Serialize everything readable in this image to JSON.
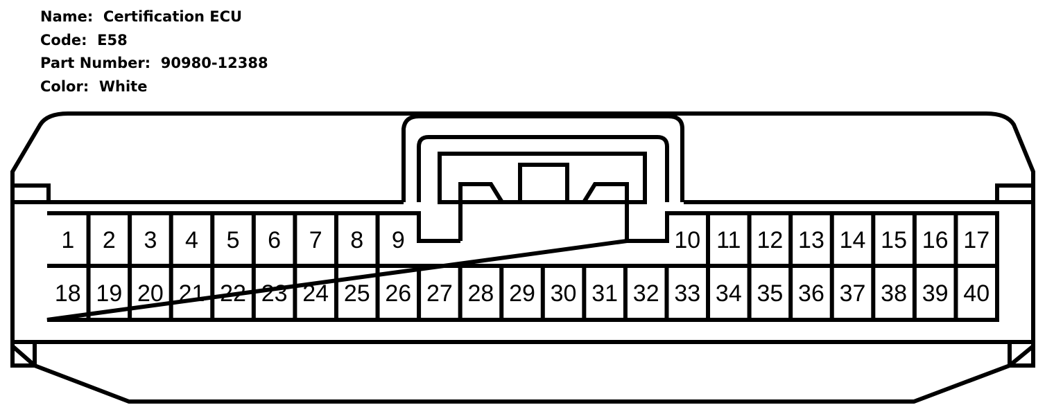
{
  "info": {
    "name_label": "Name:",
    "name_value": "Certification ECU",
    "code_label": "Code:",
    "code_value": "E58",
    "part_label": "Part Number:",
    "part_value": "90980-12388",
    "color_label": "Color:",
    "color_value": "White"
  },
  "connector": {
    "top_row_left": [
      "1",
      "2",
      "3",
      "4",
      "5",
      "6",
      "7",
      "8",
      "9"
    ],
    "top_row_right": [
      "10",
      "11",
      "12",
      "13",
      "14",
      "15",
      "16",
      "17"
    ],
    "bottom_row": [
      "18",
      "19",
      "20",
      "21",
      "22",
      "23",
      "24",
      "25",
      "26",
      "27",
      "28",
      "29",
      "30",
      "31",
      "32",
      "33",
      "34",
      "35",
      "36",
      "37",
      "38",
      "39",
      "40"
    ]
  },
  "colors": {
    "line": "#000000",
    "background": "#ffffff"
  }
}
